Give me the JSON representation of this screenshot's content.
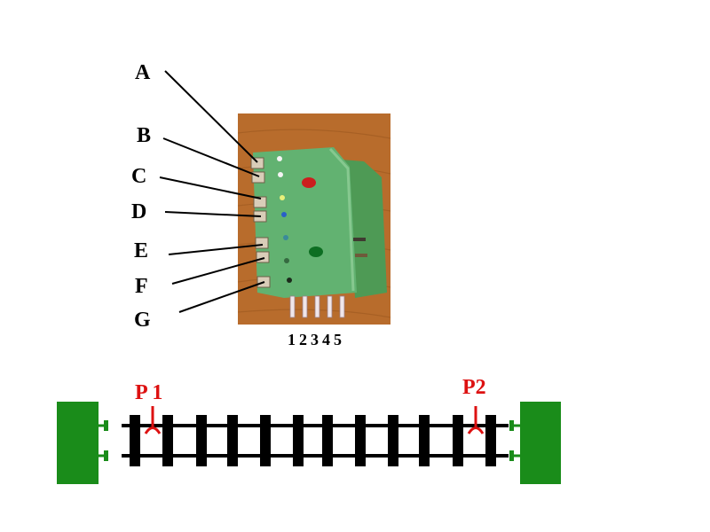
{
  "callouts": {
    "letters": [
      "A",
      "B",
      "C",
      "D",
      "E",
      "F",
      "G"
    ]
  },
  "connector": {
    "pin_numbers": [
      "1",
      "2",
      "3",
      "4",
      "5"
    ]
  },
  "track": {
    "point_left": "P 1",
    "point_right": "P2",
    "point_color": "#dd1111",
    "buffer_color": "#1a8c1a",
    "rail_color": "#000000"
  },
  "module": {
    "background_color": "#b96a28",
    "board_color": "#5fae6e",
    "led_red": "#cc1e1e",
    "led_green": "#0d6e22"
  }
}
